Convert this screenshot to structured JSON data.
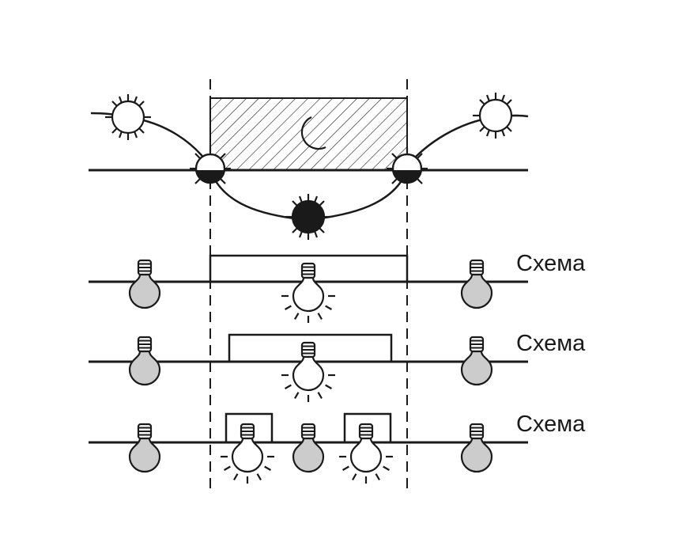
{
  "diagram": {
    "labels": {
      "scheme_1": "Схема",
      "scheme_2": "Схема",
      "scheme_3": "Схема"
    },
    "colors": {
      "line": "#1a1a1a",
      "bulb_off": "#cccccc",
      "bulb_on": "#ffffff",
      "sun_night": "#1a1a1a",
      "background": "#ffffff"
    },
    "icons": [
      "sun-icon",
      "half-sun-icon",
      "night-sun-icon",
      "moon-icon",
      "bulb-icon"
    ]
  }
}
